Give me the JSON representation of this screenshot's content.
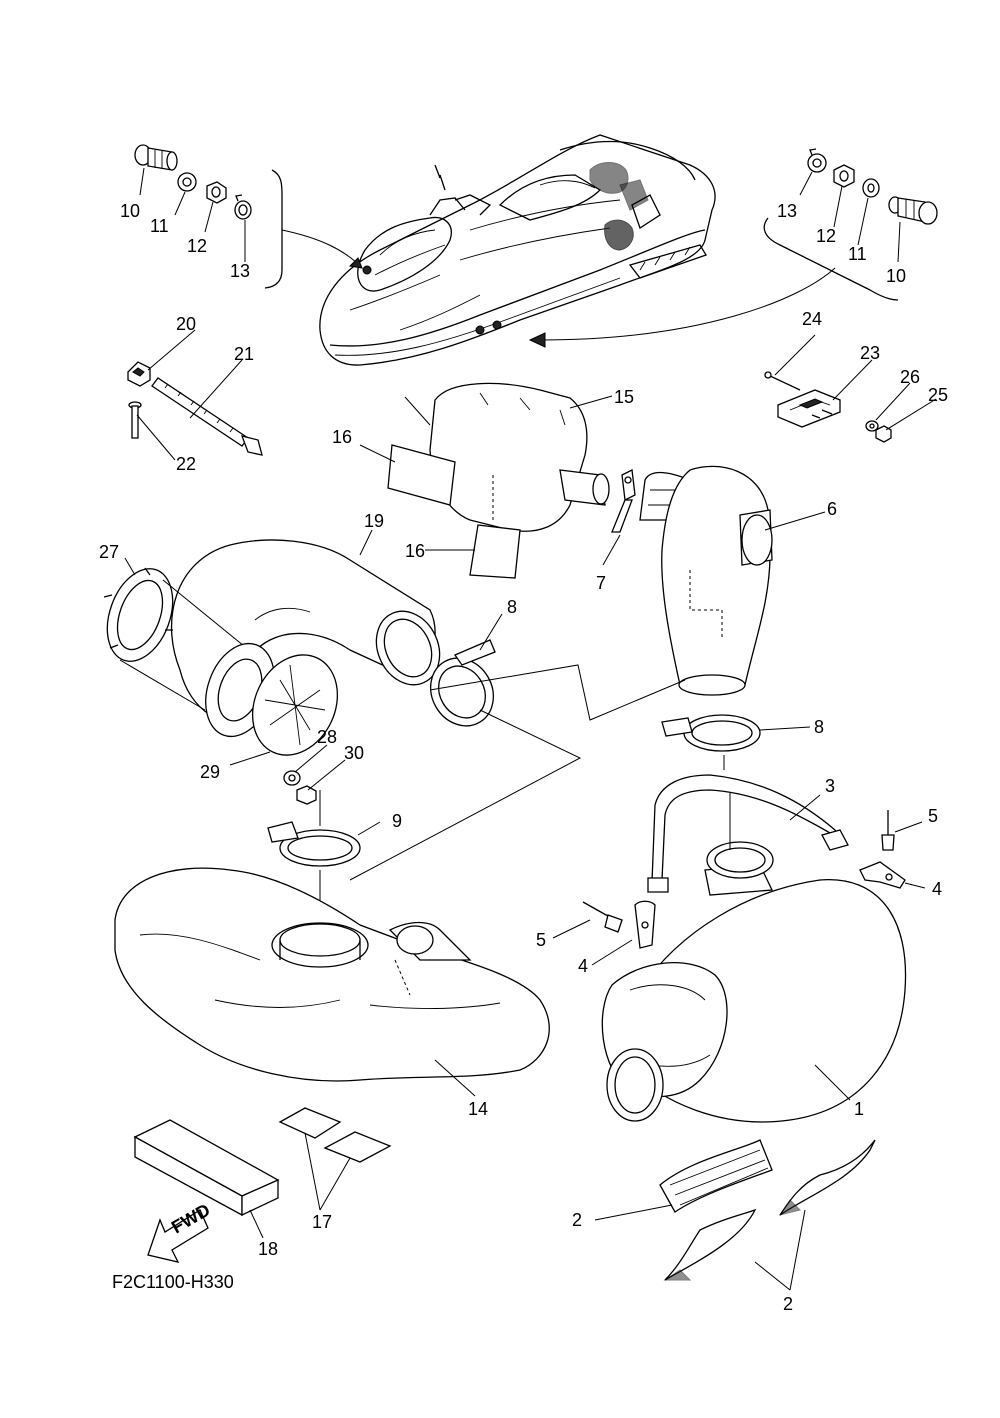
{
  "diagram_code": "F2C1100-H330",
  "fwd_label": "FWD",
  "callouts": {
    "c1": "1",
    "c2a": "2",
    "c2b": "2",
    "c3": "3",
    "c4a": "4",
    "c4b": "4",
    "c5a": "5",
    "c5b": "5",
    "c6": "6",
    "c7": "7",
    "c8a": "8",
    "c8b": "8",
    "c9": "9",
    "c10a": "10",
    "c10b": "10",
    "c11a": "11",
    "c11b": "11",
    "c12a": "12",
    "c12b": "12",
    "c13a": "13",
    "c13b": "13",
    "c14": "14",
    "c15": "15",
    "c16a": "16",
    "c16b": "16",
    "c17": "17",
    "c18": "18",
    "c19": "19",
    "c20": "20",
    "c21": "21",
    "c22": "22",
    "c23": "23",
    "c24": "24",
    "c25": "25",
    "c26": "26",
    "c27": "27",
    "c28": "28",
    "c29": "29",
    "c30": "30"
  }
}
